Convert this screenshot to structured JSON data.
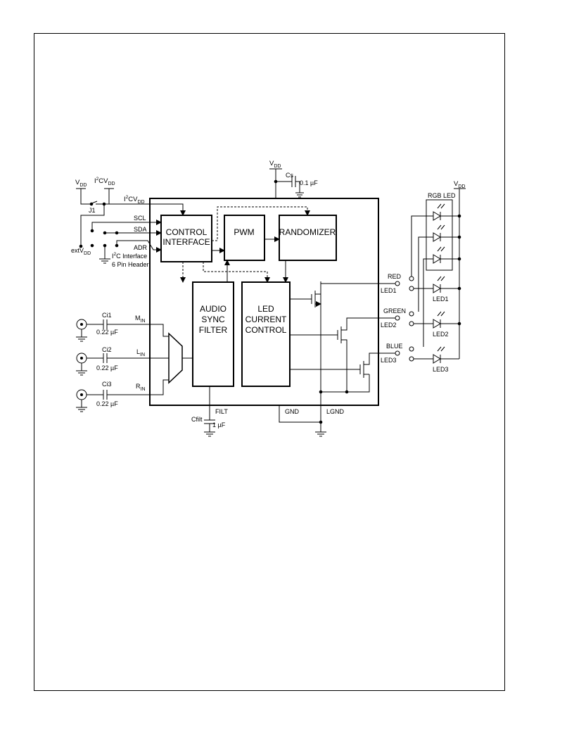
{
  "blocks": {
    "control": [
      "CONTROL",
      "INTERFACE"
    ],
    "pwm": "PWM",
    "randomizer": "RANDOMIZER",
    "audio": [
      "AUDIO",
      "SYNC",
      "FILTER"
    ],
    "led_control": [
      "LED",
      "CURRENT",
      "CONTROL"
    ]
  },
  "supply": {
    "vdd_main": "V",
    "vdd_main_sub": "DD",
    "cs_label": "Cs",
    "cs_value": "0.1 µF",
    "vdd_led": "V",
    "vdd_led_sub": "DD",
    "vdd_left": "V",
    "vdd_left_sub": "DD",
    "i2cvdd_prefix": "I",
    "i2cvdd_sup": "2",
    "i2cvdd_main": "CV",
    "i2cvdd_sub": "DD",
    "i2cvdd_pin_prefix": "I",
    "i2cvdd_pin_sup": "2",
    "i2cvdd_pin_main": "CV",
    "i2cvdd_pin_sub": "DD",
    "j1": "J1",
    "extvdd": "extV",
    "extvdd_sub": "DD"
  },
  "header": {
    "line1_prefix": "I",
    "line1_sup": "2",
    "line1_rest": "C Interface",
    "line2": "6 Pin Header"
  },
  "pins": {
    "scl": "SCL",
    "sda": "SDA",
    "adr": "ADR",
    "m_in": "M",
    "m_in_sub": "IN",
    "l_in": "L",
    "l_in_sub": "IN",
    "r_in": "R",
    "r_in_sub": "IN",
    "filt": "FILT",
    "gnd": "GND",
    "lgnd": "LGND",
    "red": "RED",
    "green": "GREEN",
    "blue": "BLUE",
    "led1_pin": "LED1",
    "led2_pin": "LED2",
    "led3_pin": "LED3"
  },
  "inputs": {
    "ci1": "Ci1",
    "ci2": "Ci2",
    "ci3": "Ci3",
    "ci1_value": "0.22 µF",
    "ci2_value": "0.22 µF",
    "ci3_value": "0.22 µF"
  },
  "filter_cap": {
    "label": "Cfilt",
    "value": "1 µF"
  },
  "leds": {
    "rgb_led": "RGB LED",
    "led1": "LED1",
    "led2": "LED2",
    "led3": "LED3"
  }
}
